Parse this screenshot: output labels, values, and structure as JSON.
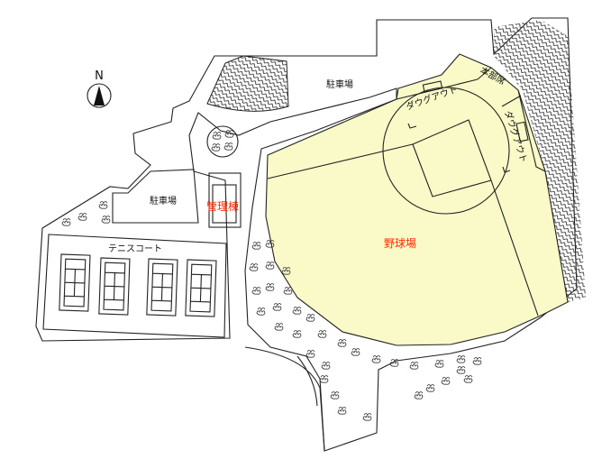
{
  "compass": {
    "label": "N"
  },
  "labels": {
    "parking_top": "駐車場",
    "parking_left": "駐車場",
    "admin_building": "管理棟",
    "tennis_court": "テニスコート",
    "baseball_field": "野球場",
    "headquarters_seat": "本部席",
    "dugout_1": "ダウグアウト",
    "dugout_2": "ダウグアウト"
  },
  "colors": {
    "field": "#fafac8",
    "highlight_text": "#ff2a00",
    "line": "#222222"
  }
}
